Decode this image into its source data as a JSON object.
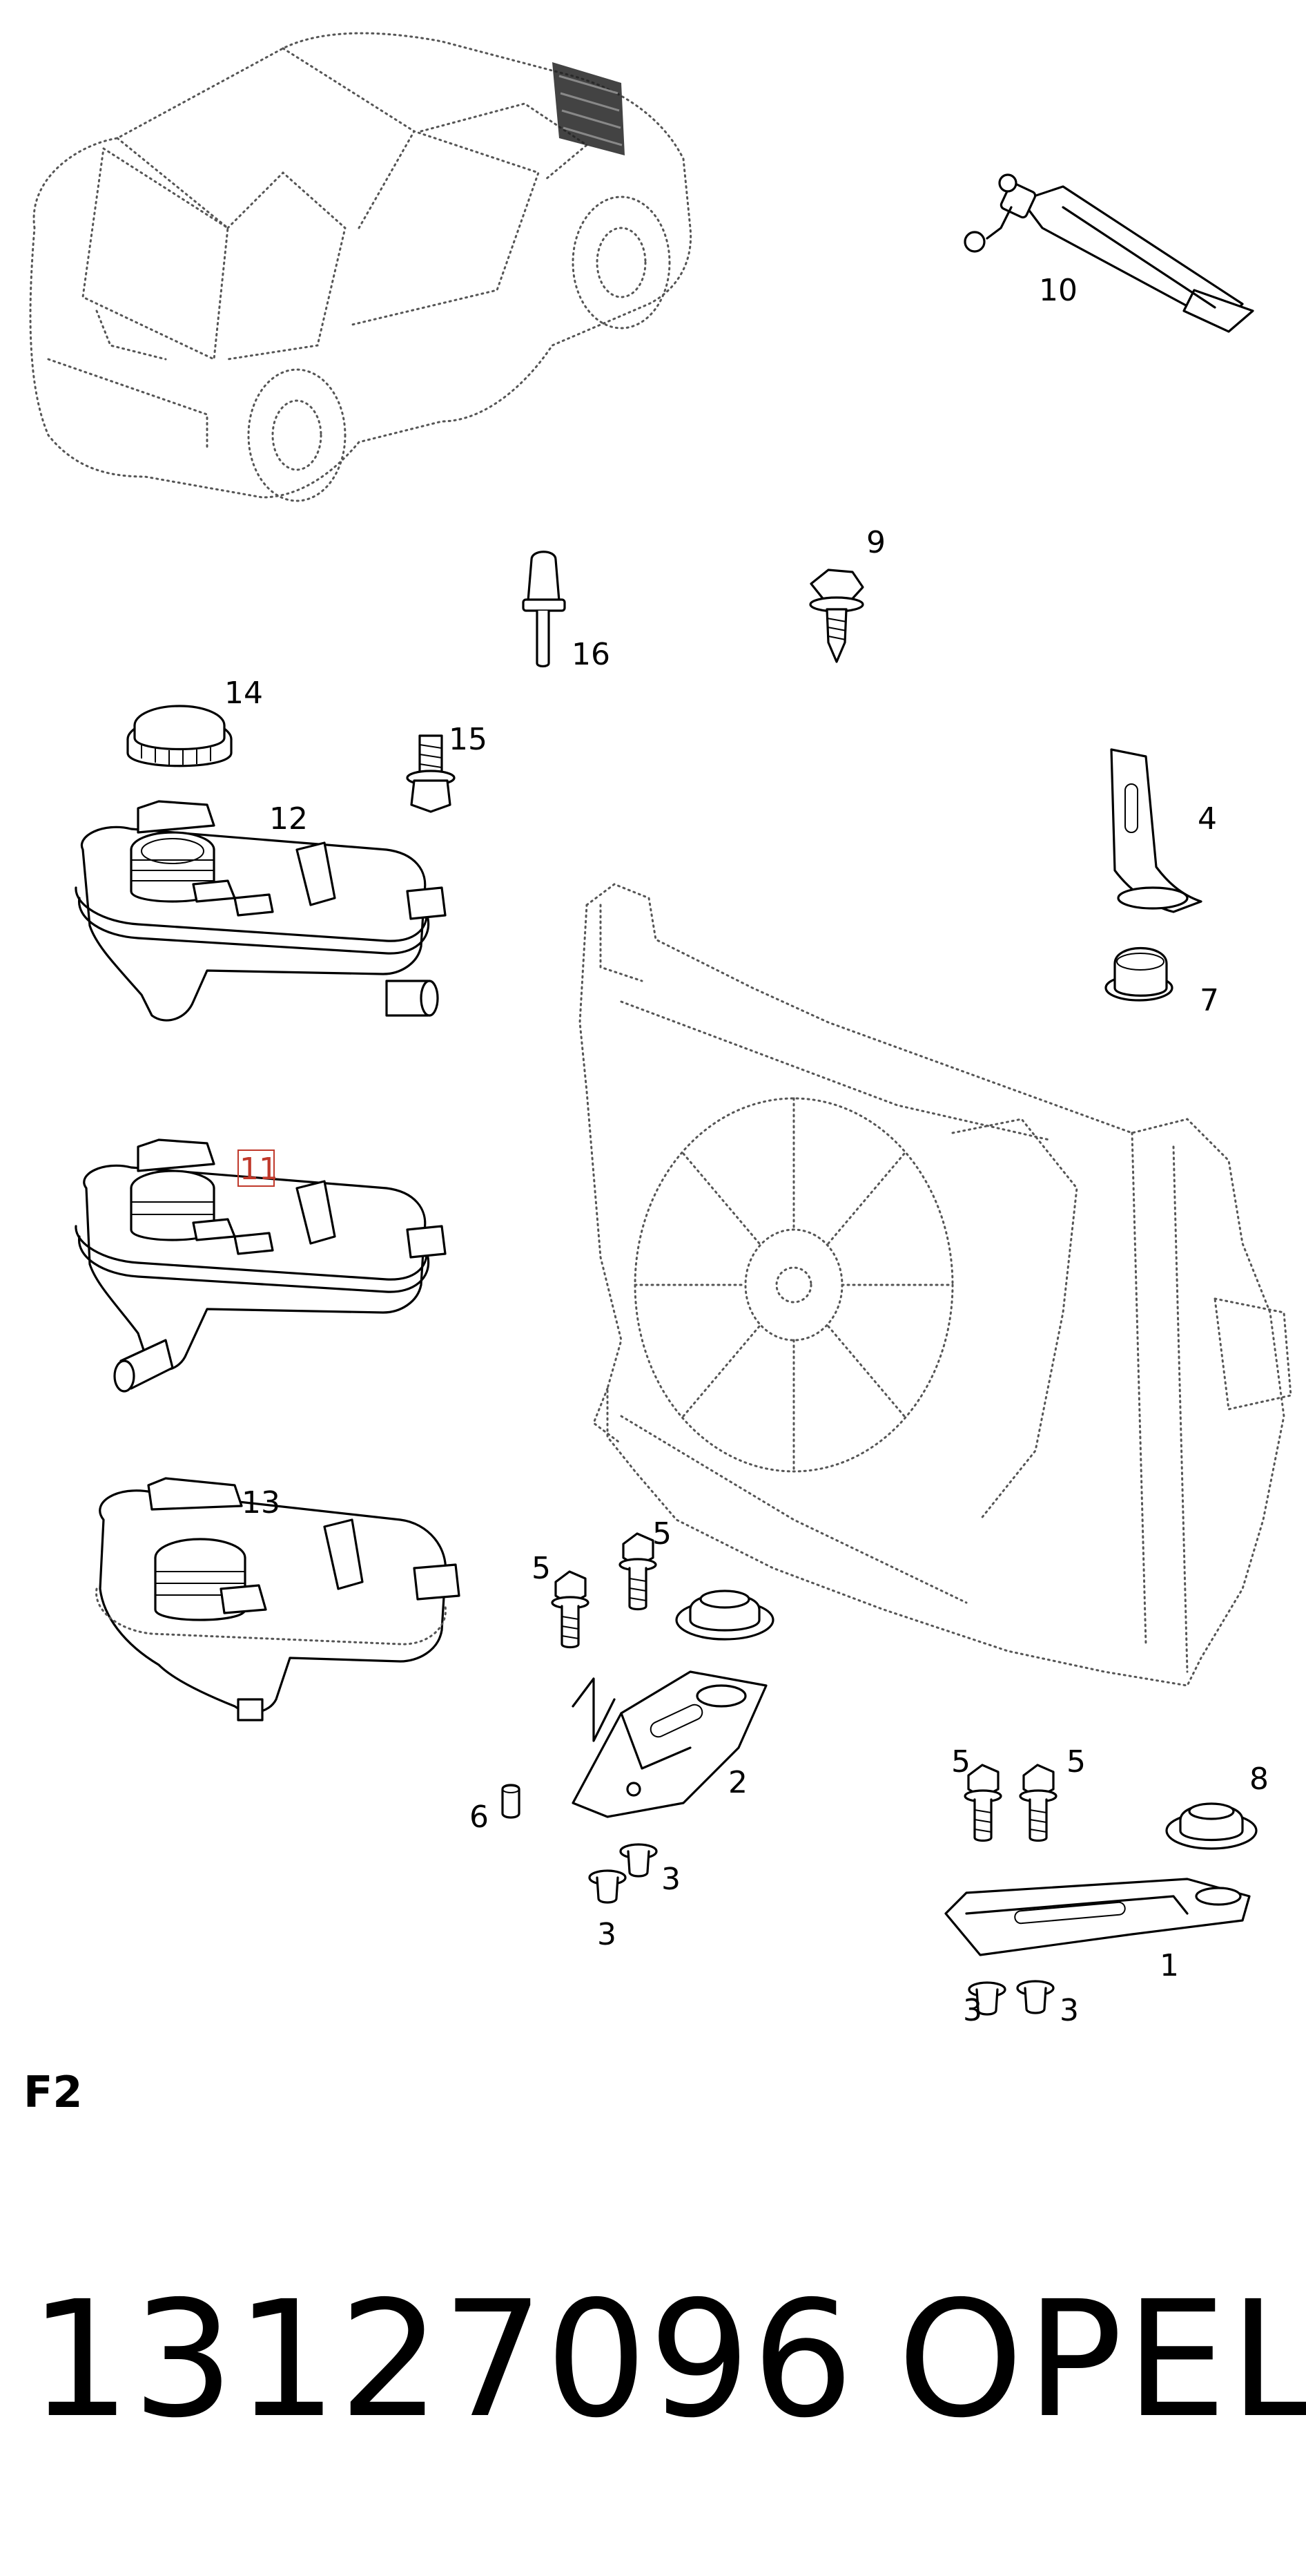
{
  "diagram": {
    "callouts": {
      "c10": "10",
      "c9": "9",
      "c16": "16",
      "c14": "14",
      "c15": "15",
      "c12": "12",
      "c4": "4",
      "c7": "7",
      "c11": "11",
      "c13": "13",
      "c5a": "5",
      "c5b": "5",
      "c2": "2",
      "c6": "6",
      "c3a": "3",
      "c3b": "3",
      "c5c": "5",
      "c5d": "5",
      "c8": "8",
      "c1": "1",
      "c3c": "3",
      "c3d": "3"
    },
    "highlight_color": "#c0392b"
  },
  "section_label": "F2",
  "part_number": "13127096",
  "brand": "OPEL"
}
